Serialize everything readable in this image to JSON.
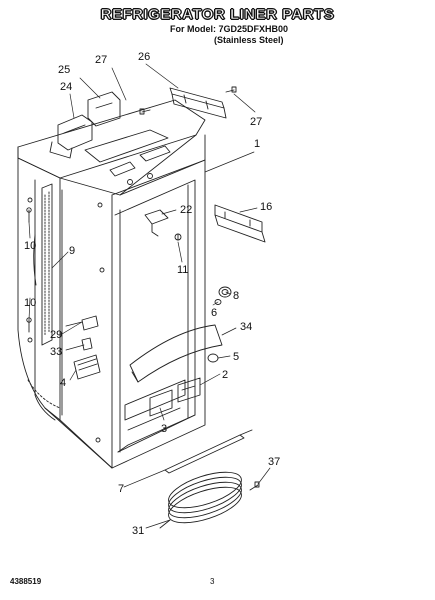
{
  "header": {
    "title": "REFRIGERATOR LINER PARTS",
    "model_line": "For Model: 7GD25DFXHB00",
    "variant_line": "(Stainless Steel)"
  },
  "callouts": {
    "c25": "25",
    "c27a": "27",
    "c26": "26",
    "c24": "24",
    "c27b": "27",
    "c1": "1",
    "c22": "22",
    "c16": "16",
    "c10a": "10",
    "c9": "9",
    "c11": "11",
    "c8": "8",
    "c10b": "10",
    "c6": "6",
    "c34": "34",
    "c29": "29",
    "c33": "33",
    "c5": "5",
    "c2": "2",
    "c4": "4",
    "c3": "3",
    "c37": "37",
    "c7": "7",
    "c31": "31"
  },
  "footer": {
    "doc_number": "4388519",
    "page_number": "3"
  }
}
